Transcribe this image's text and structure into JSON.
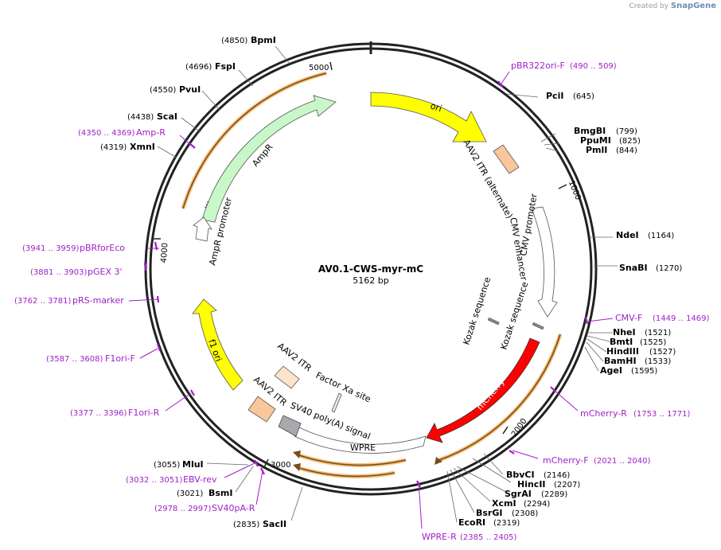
{
  "credit": {
    "prefix": "Created by",
    "brand": "SnapGene"
  },
  "plasmid": {
    "name": "AV0.1-CWS-myr-mC",
    "length_label": "5162 bp"
  },
  "ticks": [
    "5000",
    "1000",
    "4000",
    "2000",
    "3000"
  ],
  "enzymes": [
    {
      "pos": "(4850)",
      "name": "BpmI"
    },
    {
      "pos": "(4696)",
      "name": "FspI"
    },
    {
      "pos": "(4550)",
      "name": "PvuI"
    },
    {
      "pos": "(4438)",
      "name": "ScaI"
    },
    {
      "pos": "(4319)",
      "name": "XmnI"
    },
    {
      "pos": "(645)",
      "name": "PciI"
    },
    {
      "pos": "(799)",
      "name": "BmgBI"
    },
    {
      "pos": "(825)",
      "name": "PpuMI"
    },
    {
      "pos": "(844)",
      "name": "PmlI"
    },
    {
      "pos": "(1164)",
      "name": "NdeI"
    },
    {
      "pos": "(1270)",
      "name": "SnaBI"
    },
    {
      "pos": "(1521)",
      "name": "NheI"
    },
    {
      "pos": "(1525)",
      "name": "BmtI"
    },
    {
      "pos": "(1527)",
      "name": "HindIII"
    },
    {
      "pos": "(1533)",
      "name": "BamHI"
    },
    {
      "pos": "(1595)",
      "name": "AgeI"
    },
    {
      "pos": "(2146)",
      "name": "BbvCI"
    },
    {
      "pos": "(2207)",
      "name": "HincII"
    },
    {
      "pos": "(2289)",
      "name": "SgrAI"
    },
    {
      "pos": "(2294)",
      "name": "XcmI"
    },
    {
      "pos": "(2308)",
      "name": "BsrGI"
    },
    {
      "pos": "(2319)",
      "name": "EcoRI"
    },
    {
      "pos": "(3055)",
      "name": "MluI"
    },
    {
      "pos": "(3021)",
      "name": "BsmI"
    },
    {
      "pos": "(2835)",
      "name": "SacII"
    }
  ],
  "primers": [
    {
      "name": "pBR322ori-F",
      "range": "(490 .. 509)"
    },
    {
      "name": "Amp-R",
      "range": "(4350 .. 4369)"
    },
    {
      "name": "pBRforEco",
      "range": "(3941 .. 3959)"
    },
    {
      "name": "pGEX 3'",
      "range": "(3881 .. 3903)"
    },
    {
      "name": "pRS-marker",
      "range": "(3762 .. 3781)"
    },
    {
      "name": "F1ori-F",
      "range": "(3587 .. 3608)"
    },
    {
      "name": "F1ori-R",
      "range": "(3377 .. 3396)"
    },
    {
      "name": "CMV-F",
      "range": "(1449 .. 1469)"
    },
    {
      "name": "mCherry-R",
      "range": "(1753 .. 1771)"
    },
    {
      "name": "mCherry-F",
      "range": "(2021 .. 2040)"
    },
    {
      "name": "WPRE-R",
      "range": "(2385 .. 2405)"
    },
    {
      "name": "EBV-rev",
      "range": "(3032 .. 3051)"
    },
    {
      "name": "SV40pA-R",
      "range": "(2978 .. 2997)"
    }
  ],
  "features": [
    {
      "name": "ori"
    },
    {
      "name": "AAV2 ITR (alternate)"
    },
    {
      "name": "CMV enhancer"
    },
    {
      "name": "CMV promoter"
    },
    {
      "name": "Kozak sequence"
    },
    {
      "name": "Kozak sequence"
    },
    {
      "name": "mCherry"
    },
    {
      "name": "WPRE"
    },
    {
      "name": "SV40 poly(A) signal"
    },
    {
      "name": "Factor Xa site"
    },
    {
      "name": "AAV2 ITR"
    },
    {
      "name": "AAV2 ITR"
    },
    {
      "name": "f1 ori"
    },
    {
      "name": "AmpR"
    },
    {
      "name": "AmpR promoter"
    },
    {
      "name": "..."
    }
  ],
  "colors": {
    "ori": "#ffff00",
    "itr": "#f9c79b",
    "mcherry": "#ff0000",
    "ampr": "#c8f7c8",
    "polyA": "#a7a9ac",
    "primer": "#a020c8",
    "orf": "#f5a623"
  }
}
